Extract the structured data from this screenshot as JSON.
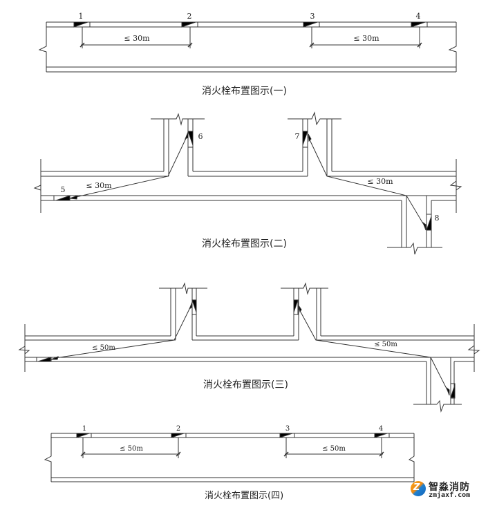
{
  "diagrams": [
    {
      "caption": "消火栓布置图示(一)",
      "hydrant_labels": [
        "1",
        "2",
        "3",
        "4"
      ],
      "spacing_labels": [
        "≤ 30m",
        "≤ 30m"
      ]
    },
    {
      "caption": "消火栓布置图示(二)",
      "hydrant_labels": [
        "5",
        "6",
        "7",
        "8"
      ],
      "spacing_labels": [
        "≤ 30m",
        "≤ 30m"
      ]
    },
    {
      "caption": "消火栓布置图示(三)",
      "hydrant_labels": [],
      "spacing_labels": [
        "≤ 50m",
        "≤ 50m"
      ]
    },
    {
      "caption": "消火栓布置图示(四)",
      "hydrant_labels": [
        "1",
        "2",
        "3",
        "4"
      ],
      "spacing_labels": [
        "≤ 50m",
        "≤ 50m"
      ]
    }
  ],
  "watermark": {
    "name": "智淼消防",
    "url": "zmjaxf.com",
    "badge_letter": "Z"
  },
  "colors": {
    "line": "#333333",
    "fill": "#000000",
    "text": "#222222"
  }
}
